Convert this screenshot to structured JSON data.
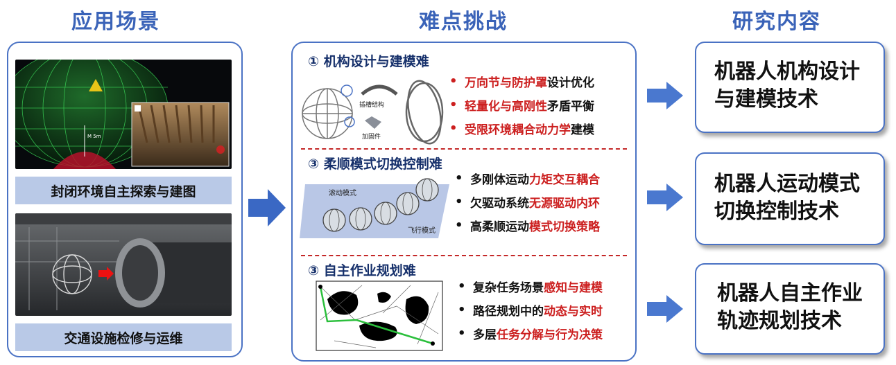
{
  "headings": {
    "scenarios": "应用场景",
    "challenges": "难点挑战",
    "research": "研究内容"
  },
  "scenarios": {
    "caption_1": "封闭环境自主探索与建图",
    "caption_2": "交通设施检修与运维"
  },
  "challenges": {
    "section_1": {
      "title": "① 机构设计与建模难",
      "fig_label_1": "插槽结构",
      "fig_label_2": "加固件",
      "bullets": [
        {
          "highlight": "万向节与防护罩",
          "rest": "设计优化"
        },
        {
          "highlight": "轻量化与高刚性",
          "rest": "矛盾平衡"
        },
        {
          "highlight": "受限环境耦合动力学",
          "rest": "建模"
        }
      ]
    },
    "section_2": {
      "title": "③ 柔顺模式切换控制难",
      "fig_label_1": "滚动模式",
      "fig_label_2": "飞行模式",
      "bullets": [
        {
          "plain": "多刚体运动",
          "highlight": "力矩交互耦合"
        },
        {
          "plain": "欠驱动系统",
          "highlight": "无源驱动内环"
        },
        {
          "plain": "高柔顺运动",
          "highlight": "模式切换策略"
        }
      ]
    },
    "section_3": {
      "title": "③ 自主作业规划难",
      "bullets": [
        {
          "plain": "复杂任务场景",
          "highlight": "感知与建模"
        },
        {
          "plain": "路径规划中的",
          "highlight": "动态与实时"
        },
        {
          "plain": "多层",
          "highlight": "任务分解与行为决策"
        }
      ]
    }
  },
  "research": [
    {
      "line1": "机器人机构设计",
      "line2": "与建模技术"
    },
    {
      "line1": "机器人运动模式",
      "line2": "切换控制技术"
    },
    {
      "line1": "机器人自主作业",
      "line2": "轨迹规划技术"
    }
  ],
  "colors": {
    "accent": "#4a72c4",
    "highlight": "#cc1f1f",
    "arrow": "#4a78cf"
  },
  "icons": [
    "right-arrow-icon",
    "bullet-dot-icon"
  ]
}
